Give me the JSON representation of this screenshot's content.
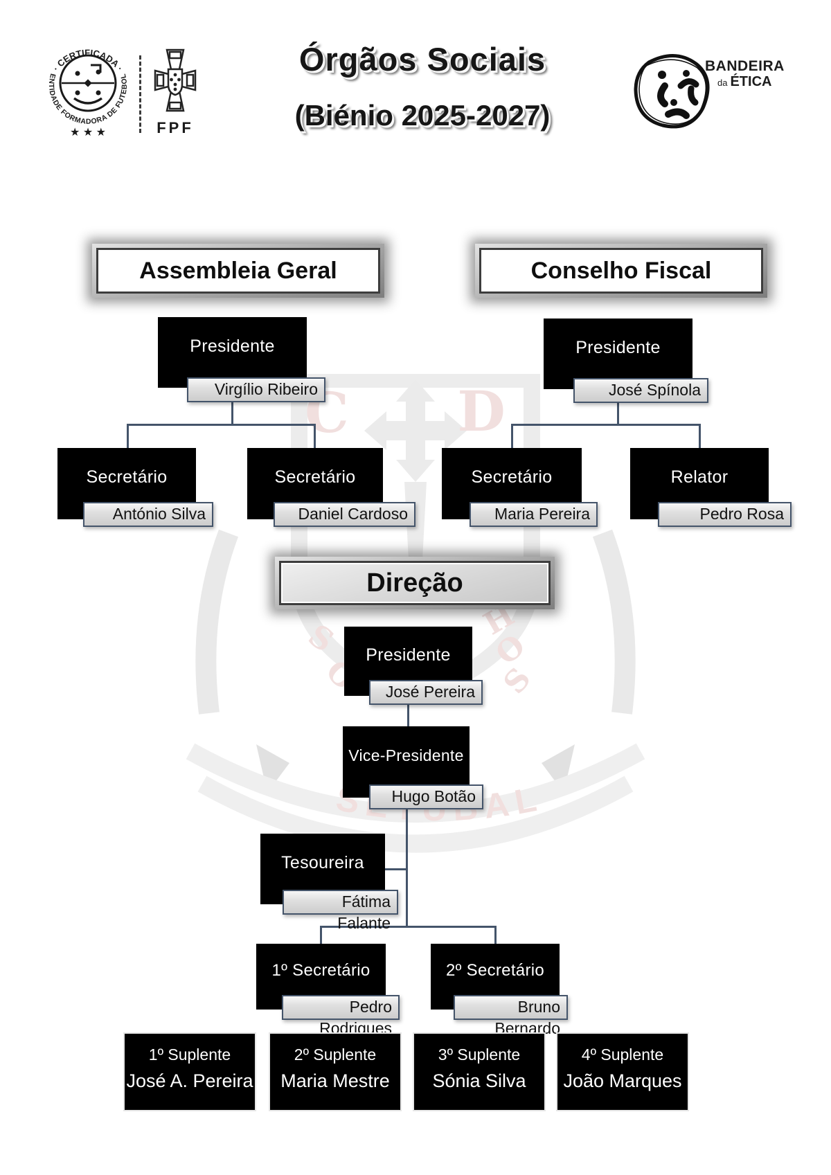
{
  "header": {
    "title": "Órgãos Sociais",
    "subtitle": "(Biénio 2025-2027)",
    "cert_logo": {
      "arc_top": "· CERTIFICADA ·",
      "arc_bottom": "ENTIDADE FORMADORA DE FUTEBOL",
      "stars": "★ ★ ★"
    },
    "fpf_logo": {
      "label": "FPF"
    },
    "etica_logo": {
      "line1": "BANDEIRA",
      "line2a": "da",
      "line2b": "ÉTICA"
    }
  },
  "watermark": {
    "letter_left": "C",
    "letter_right": "D",
    "side_left_1": "S",
    "side_left_2": "O",
    "side_right_1": "H",
    "side_right_2": "O",
    "side_right_3": "S",
    "city": "SETÚBAL"
  },
  "org": {
    "assembleia": {
      "title": "Assembleia Geral",
      "presidente": {
        "role": "Presidente",
        "name": "Virgílio Ribeiro"
      },
      "children": [
        {
          "role": "Secretário",
          "name": "António Silva"
        },
        {
          "role": "Secretário",
          "name": "Daniel Cardoso"
        }
      ]
    },
    "fiscal": {
      "title": "Conselho Fiscal",
      "presidente": {
        "role": "Presidente",
        "name": "José Spínola"
      },
      "children": [
        {
          "role": "Secretário",
          "name": "Maria Pereira"
        },
        {
          "role": "Relator",
          "name": "Pedro Rosa"
        }
      ]
    },
    "direcao": {
      "title": "Direção",
      "presidente": {
        "role": "Presidente",
        "name": "José Pereira"
      },
      "vice_presidente": {
        "role": "Vice-Presidente",
        "name": "Hugo Botão"
      },
      "tesoureira": {
        "role": "Tesoureira",
        "name": "Fátima Falante"
      },
      "secretarios": [
        {
          "role": "1º Secretário",
          "name": "Pedro Rodrigues"
        },
        {
          "role": "2º Secretário",
          "name": "Bruno Bernardo"
        }
      ],
      "suplentes": [
        {
          "role": "1º Suplente",
          "name": "José A. Pereira"
        },
        {
          "role": "2º Suplente",
          "name": "Maria Mestre"
        },
        {
          "role": "3º Suplente",
          "name": "Sónia Silva"
        },
        {
          "role": "4º Suplente",
          "name": "João Marques"
        }
      ]
    }
  },
  "colors": {
    "node_bg": "#000000",
    "node_text": "#ffffff",
    "plate_border": "#44546a",
    "connector": "#44546a",
    "watermark_red": "#b5534f"
  }
}
